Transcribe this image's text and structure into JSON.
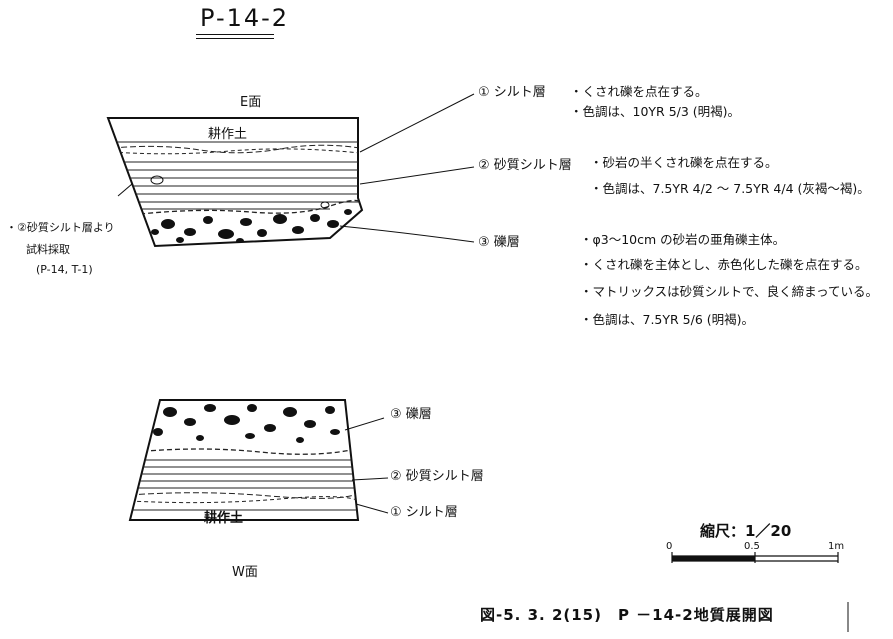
{
  "drawing_id": "P-14-2",
  "east_face": {
    "face_label": "E面",
    "topsoil_label": "耕作土",
    "layers": [
      {
        "label": "① シルト層",
        "notes": [
          "・くされ礫を点在する。",
          "・色調は、10YR 5/3 (明褐)。"
        ]
      },
      {
        "label": "② 砂質シルト層",
        "notes": [
          "・砂岩の半くされ礫を点在する。",
          "・色調は、7.5YR 4/2 ～ 7.5YR 4/4 (灰褐～褐)。"
        ]
      },
      {
        "label": "③ 礫層",
        "notes": [
          "・φ3～10cm の砂岩の亜角礫主体。",
          "・くされ礫を主体とし、赤色化した礫を点在する。",
          "・マトリックスは砂質シルトで、良く締まっている。",
          "・色調は、7.5YR 5/6 (明褐)。"
        ]
      }
    ],
    "sample_note": [
      "・②砂質シルト層より",
      "試料採取",
      "(P-14, T-1)"
    ]
  },
  "west_face": {
    "face_label": "W面",
    "topsoil_label": "耕作土",
    "layers": [
      {
        "label": "③ 礫層"
      },
      {
        "label": "② 砂質シルト層"
      },
      {
        "label": "① シルト層"
      }
    ]
  },
  "scale": {
    "label": "縮尺：1／20",
    "ticks": [
      "0",
      "0.5",
      "1m"
    ]
  },
  "caption": "図-5. 3. 2(15)　P －14-2地質展開図"
}
